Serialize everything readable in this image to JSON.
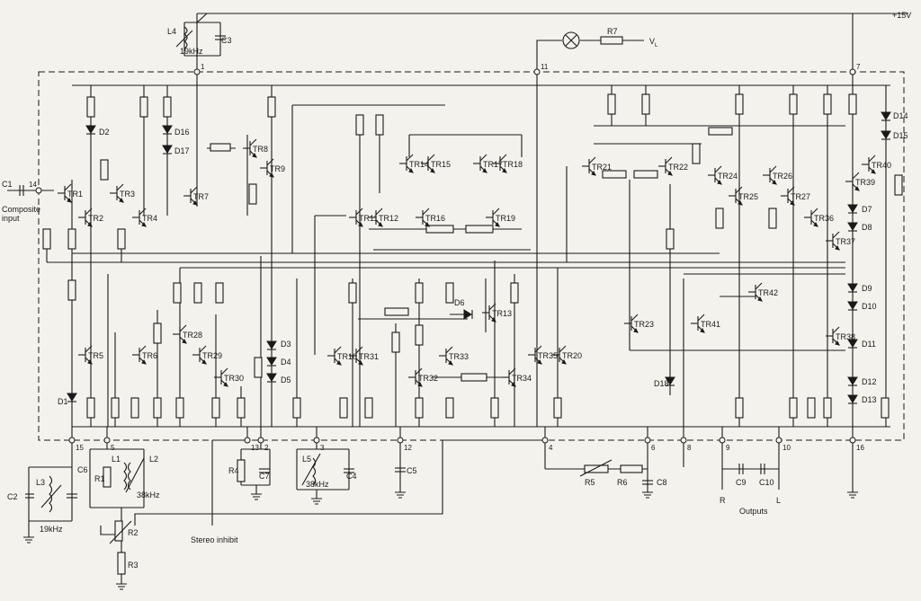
{
  "supply_label": "+15V",
  "vl_label": "V",
  "vl_sub": "L",
  "composite": {
    "c1": "C1",
    "pin": "14",
    "line1": "Composite",
    "line2": "input"
  },
  "stereo_inhibit": "Stereo inhibit",
  "outputs": {
    "label": "Outputs",
    "r": "R",
    "l": "L"
  },
  "freq": {
    "l4": "19kHz",
    "l3": "19kHz",
    "l2": "38kHz",
    "l5": "38kHz"
  },
  "transistors": [
    {
      "id": "TR1"
    },
    {
      "id": "TR2"
    },
    {
      "id": "TR3"
    },
    {
      "id": "TR4"
    },
    {
      "id": "TR5"
    },
    {
      "id": "TR6"
    },
    {
      "id": "TR7"
    },
    {
      "id": "TR8"
    },
    {
      "id": "TR9"
    },
    {
      "id": "TR10"
    },
    {
      "id": "TR11"
    },
    {
      "id": "TR12"
    },
    {
      "id": "TR13"
    },
    {
      "id": "TR14"
    },
    {
      "id": "TR15"
    },
    {
      "id": "TR16"
    },
    {
      "id": "TR17"
    },
    {
      "id": "TR18"
    },
    {
      "id": "TR19"
    },
    {
      "id": "TR20"
    },
    {
      "id": "TR21"
    },
    {
      "id": "TR22"
    },
    {
      "id": "TR23"
    },
    {
      "id": "TR24"
    },
    {
      "id": "TR25"
    },
    {
      "id": "TR26"
    },
    {
      "id": "TR27"
    },
    {
      "id": "TR28"
    },
    {
      "id": "TR29"
    },
    {
      "id": "TR30"
    },
    {
      "id": "TR31"
    },
    {
      "id": "TR32"
    },
    {
      "id": "TR33"
    },
    {
      "id": "TR34"
    },
    {
      "id": "TR35"
    },
    {
      "id": "TR36"
    },
    {
      "id": "TR37"
    },
    {
      "id": "TR38"
    },
    {
      "id": "TR39"
    },
    {
      "id": "TR40"
    },
    {
      "id": "TR41"
    },
    {
      "id": "TR42"
    }
  ],
  "diodes": [
    "D1",
    "D2",
    "D3",
    "D4",
    "D5",
    "D6",
    "D7",
    "D8",
    "D9",
    "D10",
    "D11",
    "D12",
    "D13",
    "D14",
    "D15",
    "D16",
    "D17",
    "D18"
  ],
  "external": [
    "L1",
    "L2",
    "L3",
    "L4",
    "L5",
    "C2",
    "C3",
    "C4",
    "C5",
    "C6",
    "C7",
    "C8",
    "C9",
    "C10",
    "R1",
    "R2",
    "R3",
    "R4",
    "R5",
    "R6",
    "R7"
  ],
  "pins": [
    "1",
    "2",
    "3",
    "4",
    "5",
    "6",
    "7",
    "8",
    "9",
    "10",
    "11",
    "12",
    "13",
    "15",
    "16"
  ]
}
